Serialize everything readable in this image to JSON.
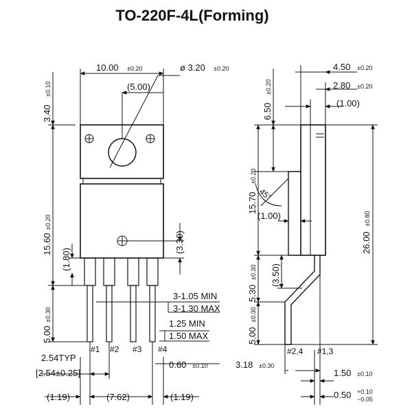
{
  "title": "TO-220F-4L(Forming)",
  "front_view": {
    "width_dim": "10.00",
    "width_tol": "±0.20",
    "hole_dim": "ø 3.20",
    "hole_tol": "±0.20",
    "hole_offset": "(5.00)",
    "top_height": "3.40",
    "top_height_tol": "±0.10",
    "body_height": "15.60",
    "body_height_tol": "±0.20",
    "ref_1_80": "(1.80)",
    "ref_3_30": "(3.30)",
    "lead_width_min": "3-1.05 MIN",
    "lead_width_max": "3-1.30 MAX",
    "lead_wide_min": "1.25 MIN",
    "lead_wide_max": "1.50 MAX",
    "lead_len": "5.00",
    "lead_len_tol": "±0.30",
    "pin1": "#1",
    "pin2": "#2",
    "pin3": "#3",
    "pin4": "#4",
    "pitch_typ": "2.54TYP",
    "pitch_ref": "[2.54±0.25]",
    "lead_thk": "0.60",
    "lead_thk_tol": "±0.10",
    "pitch_left": "(1.19)",
    "pitch_mid": "(7.62)",
    "pitch_right": "(1.19)"
  },
  "side_view": {
    "dim_4_50": "4.50",
    "dim_4_50_tol": "±0.20",
    "dim_2_80": "2.80",
    "dim_2_80_tol": "±0.20",
    "dim_1_00_top": "(1.00)",
    "dim_6_50": "6.50",
    "dim_6_50_tol": "±0.20",
    "dim_15_70": "15.70",
    "dim_15_70_tol": "±0.20",
    "angle": "45°",
    "dim_1_00_mid": "(1.00)",
    "dim_26_00": "26.00",
    "dim_26_00_tol": "±0.80",
    "dim_3_50": "(3.50)",
    "dim_5_30": "5.30",
    "dim_5_30_tol": "±0.30",
    "dim_5_00": "5.00",
    "dim_5_00_tol": "±0.30",
    "pins_24": "#2,4",
    "pins_13": "#1,3",
    "dim_3_18": "3.18",
    "dim_3_18_tol": "±0.30",
    "dim_1_50": "1.50",
    "dim_1_50_tol": "±0.10",
    "dim_0_50": "0.50",
    "dim_0_50_tol_plus": "+0.10",
    "dim_0_50_tol_minus": "−0.05"
  }
}
